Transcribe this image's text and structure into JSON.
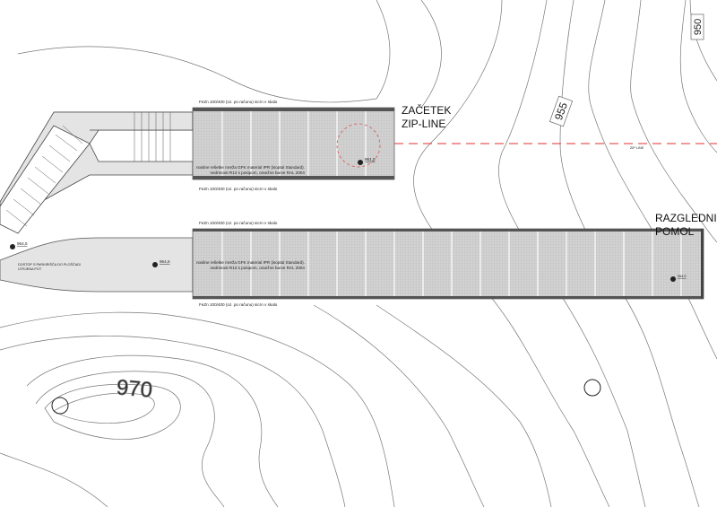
{
  "labels": {
    "start_line1": "ZAČETEK",
    "start_line2": "ZIP-LINE",
    "zip_line": "ZIP LINE",
    "viewpoint_line1": "RAZGLEDNI",
    "viewpoint_line2": "POMOL",
    "access_line1": "DOSTOP S PARKIRIŠČA DO PLOŠČADI",
    "access_line2": "UTRJENA POT"
  },
  "notes": {
    "frame_top": "FeZn 100/400 (oz. po računu) sicrn v skalo",
    "frame_bottom": "FeZn 100/400 (oz. po računu) sicrn v skalo",
    "grating_line1": "nosilne rešetke mreža GFK material IPR (isoptal Standard).",
    "grating_line2": "nedrsnost R13 s posipom, oranžne barve RAL 2004"
  },
  "elevations": {
    "upper_platform": "961,0",
    "path_left": "964,5",
    "path_mid": "964,5",
    "viewpoint": "964,5"
  },
  "contours": {
    "c950": "950",
    "c955": "955",
    "c970": "970"
  },
  "colors": {
    "zip_line": "#e03030",
    "grating": "#cfcfcf",
    "deck": "#e4e4e4"
  }
}
